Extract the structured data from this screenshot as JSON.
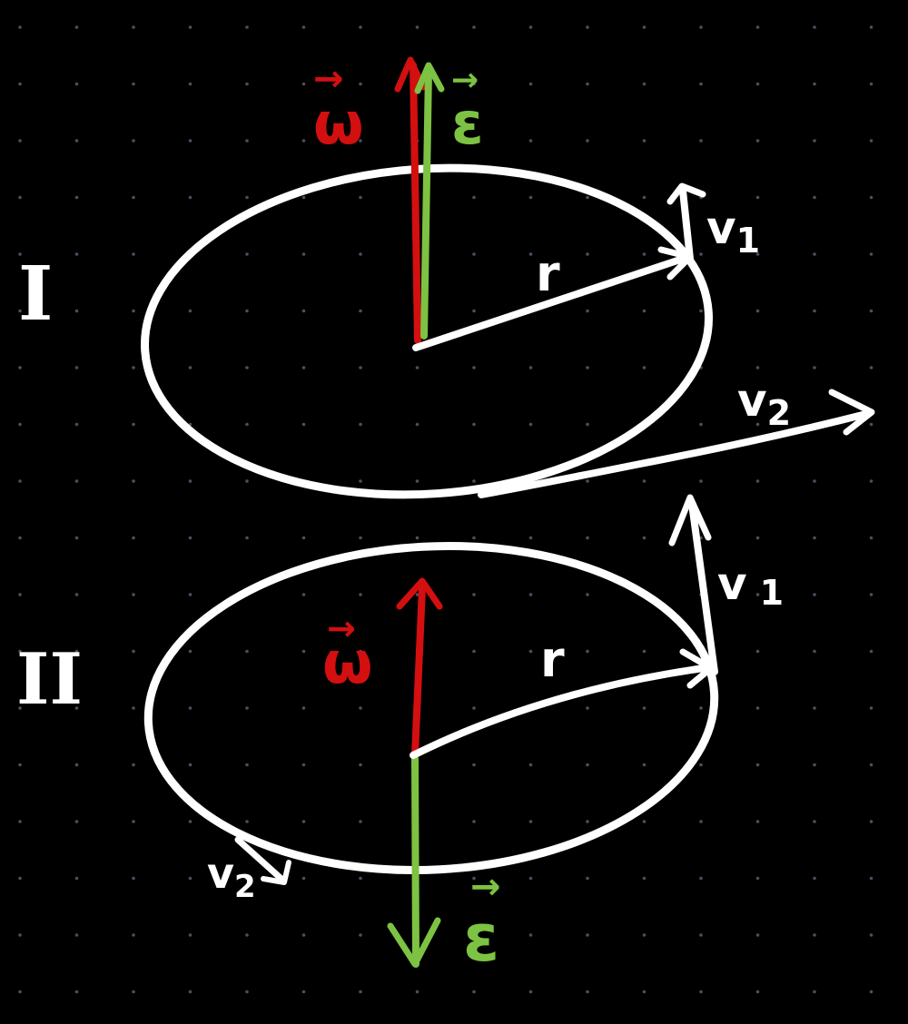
{
  "colors": {
    "background": "#000000",
    "dots": "#4a4e66",
    "white": "#ffffff",
    "omega": "#d40f0f",
    "epsilon": "#7dc242"
  },
  "diagram_I": {
    "label": "I",
    "omega": "ω",
    "epsilon": "ε",
    "radius": "r",
    "v1": "v",
    "v1_sub": "1",
    "v2": "v",
    "v2_sub": "2"
  },
  "diagram_II": {
    "label": "II",
    "omega": "ω",
    "epsilon": "ε",
    "radius": "r",
    "v1": "v",
    "v1_sub": "1",
    "v2": "v",
    "v2_sub": "2"
  }
}
